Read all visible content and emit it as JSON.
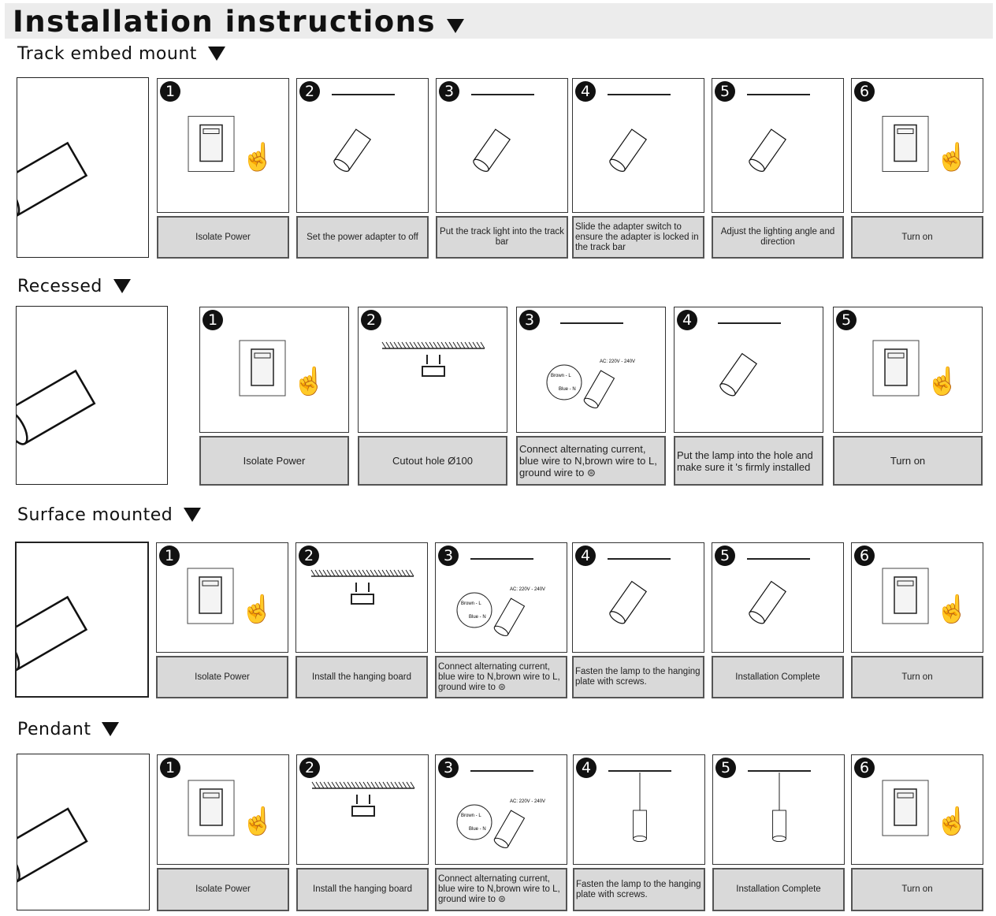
{
  "title": "Installation instructions",
  "sections": [
    {
      "heading": "Track embed mount",
      "steps": [
        {
          "n": "1",
          "caption": "Isolate Power",
          "icon": "switch"
        },
        {
          "n": "2",
          "caption": "Set the power adapter to off",
          "icon": "adapter"
        },
        {
          "n": "3",
          "caption": "Put the track light into the track bar",
          "icon": "track-lamp"
        },
        {
          "n": "4",
          "caption": "Slide the adapter switch to ensure the adapter is locked in the track bar",
          "icon": "adapter-lock"
        },
        {
          "n": "5",
          "caption": "Adjust the lighting angle and direction",
          "icon": "track-lamp"
        },
        {
          "n": "6",
          "caption": "Turn on",
          "icon": "switch"
        }
      ]
    },
    {
      "heading": "Recessed",
      "steps": [
        {
          "n": "1",
          "caption": "Isolate Power",
          "icon": "switch"
        },
        {
          "n": "2",
          "caption": "Cutout hole Ø100",
          "icon": "cutout"
        },
        {
          "n": "3",
          "caption": "Connect alternating current, blue wire to N,brown wire to L, ground wire to ⊜",
          "icon": "wiring",
          "wire_labels": [
            "Brown - L",
            "Blue - N",
            "AC: 220V - 240V"
          ]
        },
        {
          "n": "4",
          "caption": "Put the lamp into the hole and make sure it 's firmly installed",
          "icon": "recessed-lamp"
        },
        {
          "n": "5",
          "caption": "Turn on",
          "icon": "switch"
        }
      ]
    },
    {
      "heading": "Surface mounted",
      "steps": [
        {
          "n": "1",
          "caption": "Isolate Power",
          "icon": "switch"
        },
        {
          "n": "2",
          "caption": "Install the hanging board",
          "icon": "board"
        },
        {
          "n": "3",
          "caption": "Connect alternating current, blue wire to N,brown wire to L, ground wire to ⊜",
          "icon": "wiring",
          "wire_labels": [
            "Brown - L",
            "Blue - N",
            "AC: 220V - 240V"
          ]
        },
        {
          "n": "4",
          "caption": "Fasten the lamp to the hanging plate with screws.",
          "icon": "surface-lamp"
        },
        {
          "n": "5",
          "caption": "Installation Complete",
          "icon": "surface-lamp"
        },
        {
          "n": "6",
          "caption": "Turn on",
          "icon": "switch"
        }
      ]
    },
    {
      "heading": "Pendant",
      "steps": [
        {
          "n": "1",
          "caption": "Isolate Power",
          "icon": "switch"
        },
        {
          "n": "2",
          "caption": "Install the hanging board",
          "icon": "board"
        },
        {
          "n": "3",
          "caption": "Connect alternating current, blue wire to N,brown wire to L, ground wire to ⊜",
          "icon": "wiring",
          "wire_labels": [
            "Brown - L",
            "Blue - N",
            "AC: 220V - 240V"
          ]
        },
        {
          "n": "4",
          "caption": "Fasten the lamp to the hanging plate with screws.",
          "icon": "pendant-lamp"
        },
        {
          "n": "5",
          "caption": "Installation Complete",
          "icon": "pendant-lamp"
        },
        {
          "n": "6",
          "caption": "Turn on",
          "icon": "switch"
        }
      ]
    }
  ]
}
